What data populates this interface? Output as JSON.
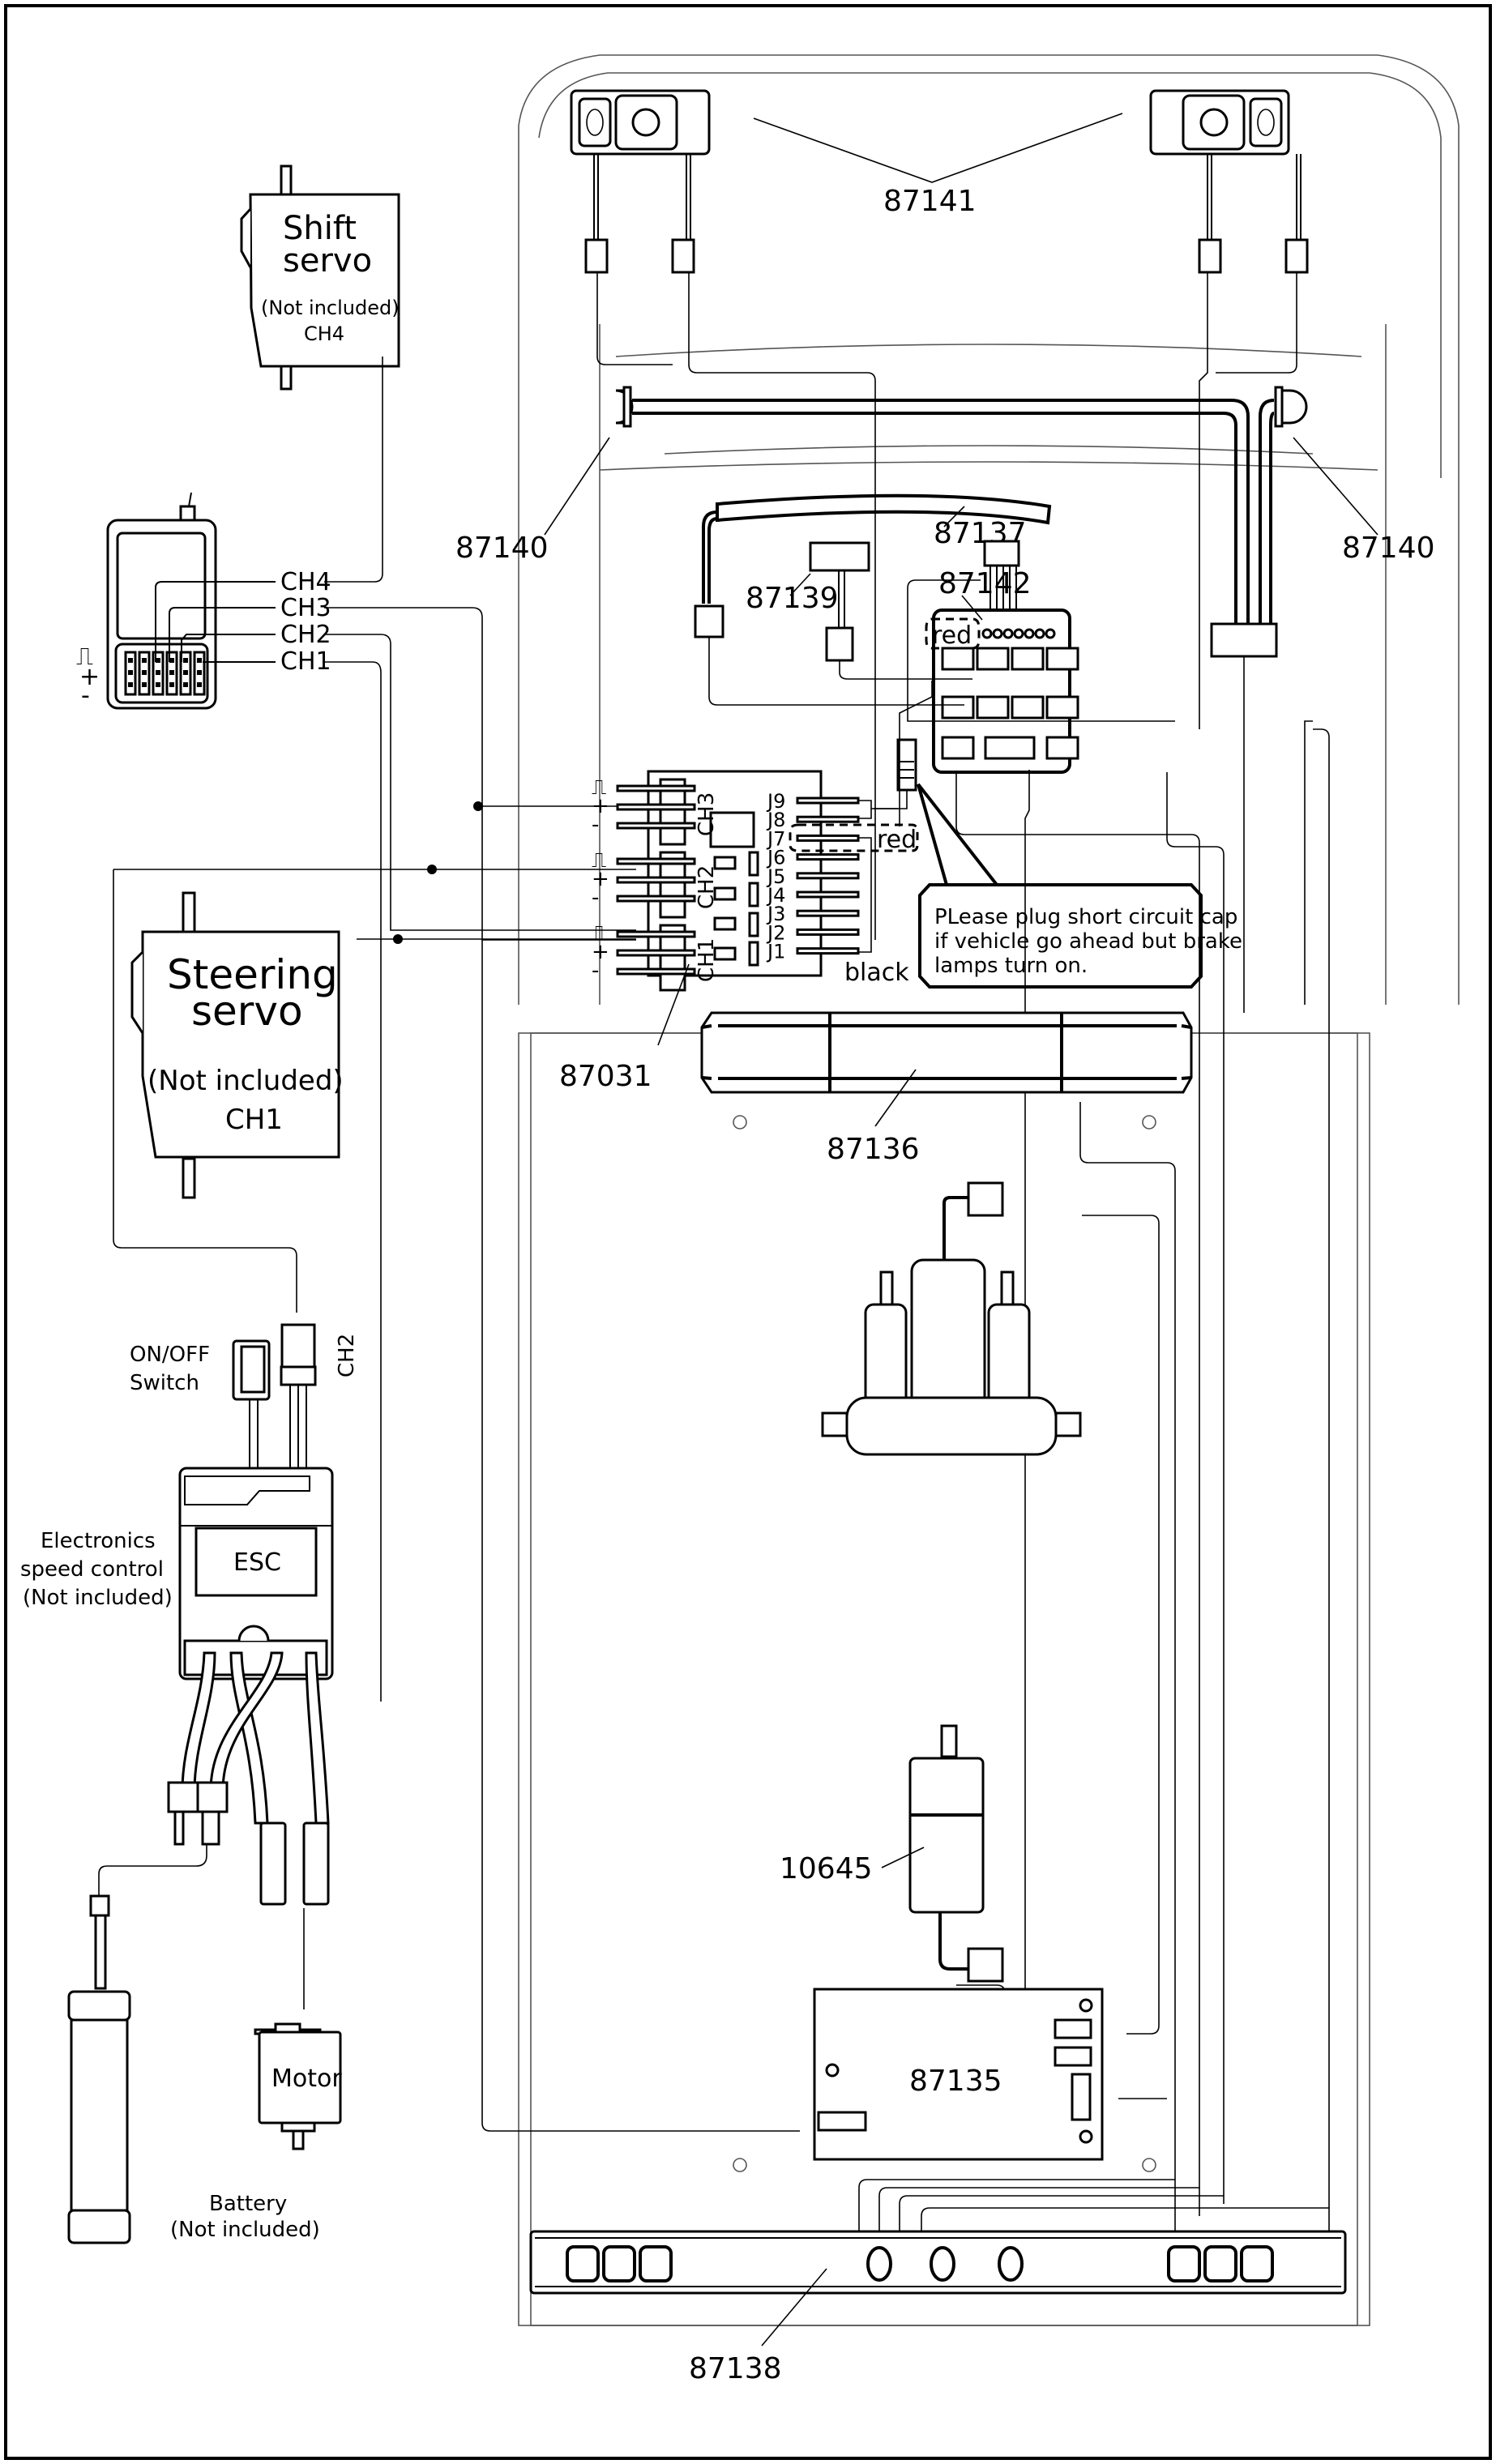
{
  "title": "RC truck electronics wiring diagram",
  "parts": {
    "speakers": "87141",
    "side_light_left": "87140",
    "side_light_right": "87140",
    "roof_led_strip": "87137",
    "interior_light": "87139",
    "control_board": "87142",
    "receiver_splitter": "87031",
    "light_bar": "87136",
    "pump_motor": "10645",
    "sound_board": "87135",
    "rear_light_bar": "87138"
  },
  "shift_servo": {
    "title_line1": "Shift",
    "title_line2": "servo",
    "note": "(Not included)",
    "channel": "CH4"
  },
  "steering_servo": {
    "title_line1": "Steering",
    "title_line2": "servo",
    "note": "(Not included)",
    "channel": "CH1"
  },
  "receiver": {
    "channels": [
      "CH4",
      "CH3",
      "CH2",
      "CH1"
    ],
    "pin_symbols": [
      "⎍",
      "+",
      "-"
    ]
  },
  "splitter_board": {
    "inputs": [
      "CH3",
      "CH2",
      "CH1"
    ],
    "pin_symbols": [
      "⎍",
      "+",
      "-"
    ],
    "jumpers": [
      "J9",
      "J8",
      "J7",
      "J6",
      "J5",
      "J4",
      "J3",
      "J2",
      "J1"
    ],
    "red_label": "red",
    "black_label": "black"
  },
  "control_board_red_label": "red",
  "note_callout": {
    "line1": "PLease plug short circuit cap",
    "line2": "if vehicle go ahead but brake",
    "line3": "lamps turn on."
  },
  "esc": {
    "label": "ESC",
    "desc_line1": "Electronics",
    "desc_line2": "speed control",
    "desc_line3": "(Not included)",
    "switch_line1": "ON/OFF",
    "switch_line2": "Switch",
    "channel": "CH2"
  },
  "motor": {
    "label": "Motor"
  },
  "battery": {
    "line1": "Battery",
    "line2": "(Not included)"
  }
}
